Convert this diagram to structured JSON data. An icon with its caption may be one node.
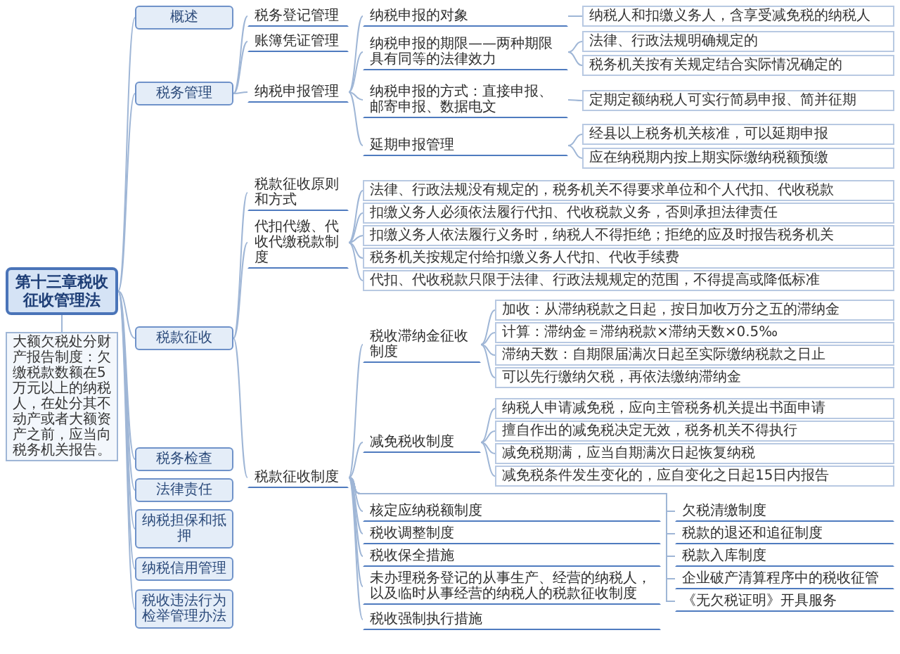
{
  "diagram": {
    "nodes": [
      {
        "text": [
          "第十三章税收征收管理法"
        ]
      },
      {
        "text": [
          "大额欠税处分财产报告制度：欠缴税款数额在5万元以上的纳税人，在处分其不动产或者大额资产之前，应当向税务机关报告。"
        ]
      },
      {
        "text": [
          "概述"
        ]
      },
      {
        "text": [
          "税务管理"
        ]
      },
      {
        "text": [
          "税务登记管理"
        ]
      },
      {
        "text": [
          "账簿凭证管理"
        ]
      },
      {
        "text": [
          "纳税申报管理"
        ]
      },
      {
        "text": [
          "纳税申报的对象"
        ]
      },
      {
        "text": [
          "纳税人和扣缴义务人，含享受减免税的纳税人"
        ]
      },
      {
        "text": [
          "纳税申报的期限——两种期限具有同等的法律效力"
        ]
      },
      {
        "text": [
          "法律、行政法规明确规定的"
        ]
      },
      {
        "text": [
          "税务机关按有关规定结合实际情况确定的"
        ]
      },
      {
        "text": [
          "纳税申报的方式：直接申报、邮寄申报、数据电文"
        ]
      },
      {
        "text": [
          "定期定额纳税人可实行简易申报、简并征期"
        ]
      },
      {
        "text": [
          "延期申报管理"
        ]
      },
      {
        "text": [
          "经县以上税务机关核准，可以延期申报"
        ]
      },
      {
        "text": [
          "应在纳税期内按上期实际缴纳税额预缴"
        ]
      },
      {
        "text": [
          "税款征收"
        ]
      },
      {
        "text": [
          "税款征收原则和方式"
        ]
      },
      {
        "text": [
          "代扣代缴、代收代缴税款制度"
        ]
      },
      {
        "text": [
          "法律、行政法规没有规定的，税务机关不得要求单位和个人代扣、代收税款"
        ]
      },
      {
        "text": [
          "扣缴义务人必须依法履行代扣、代收税款义务，否则承担法律责任"
        ]
      },
      {
        "text": [
          "扣缴义务人依法履行义务时，纳税人不得拒绝；拒绝的应及时报告税务机关"
        ]
      },
      {
        "text": [
          "税务机关按规定付给扣缴义务人代扣、代收手续费"
        ]
      },
      {
        "text": [
          "代扣、代收税款只限于法律、行政法规规定的范围，不得提高或降低标准"
        ]
      },
      {
        "text": [
          "税款征收制度"
        ]
      },
      {
        "text": [
          "税收滞纳金征收制度"
        ]
      },
      {
        "text": [
          "加收：从滞纳税款之日起，按日加收万分之五的滞纳金"
        ]
      },
      {
        "text": [
          "计算：滞纳金＝滞纳税款×滞纳天数×0.5‰"
        ]
      },
      {
        "text": [
          "滞纳天数：自期限届满次日起至实际缴纳税款之日止"
        ]
      },
      {
        "text": [
          "可以先行缴纳欠税，再依法缴纳滞纳金"
        ]
      },
      {
        "text": [
          "减免税收制度"
        ]
      },
      {
        "text": [
          "纳税人申请减免税，应向主管税务机关提出书面申请"
        ]
      },
      {
        "text": [
          "擅自作出的减免税决定无效，税务机关不得执行"
        ]
      },
      {
        "text": [
          "减免税期满，应当自期满次日起恢复纳税"
        ]
      },
      {
        "text": [
          "减免税条件发生变化的，应自变化之日起15日内报告"
        ]
      },
      {
        "text": [
          "核定应纳税额制度"
        ]
      },
      {
        "text": [
          "税收调整制度"
        ]
      },
      {
        "text": [
          "税收保全措施"
        ]
      },
      {
        "text": [
          "未办理税务登记的从事生产、经营的纳税人，以及临时从事经营的纳税人的税款征收制度"
        ]
      },
      {
        "text": [
          "税收强制执行措施"
        ]
      },
      {
        "text": [
          "欠税清缴制度"
        ]
      },
      {
        "text": [
          "税款的退还和追征制度"
        ]
      },
      {
        "text": [
          "税款入库制度"
        ]
      },
      {
        "text": [
          "企业破产清算程序中的税收征管"
        ]
      },
      {
        "text": [
          "《无欠税证明》开具服务"
        ]
      },
      {
        "text": [
          "税务检查"
        ]
      },
      {
        "text": [
          "法律责任"
        ]
      },
      {
        "text": [
          "纳税担保和抵押"
        ]
      },
      {
        "text": [
          "纳税信用管理"
        ]
      },
      {
        "text": [
          "税收违法行为检举管理办法"
        ]
      }
    ],
    "edges": [
      {
        "from": 0,
        "to": 1,
        "arrow": "none"
      },
      {
        "from": 0,
        "to": 2,
        "arrow": "none"
      },
      {
        "from": 0,
        "to": 3,
        "arrow": "none"
      },
      {
        "from": 3,
        "to": 4,
        "arrow": "none"
      },
      {
        "from": 3,
        "to": 5,
        "arrow": "none"
      },
      {
        "from": 3,
        "to": 6,
        "arrow": "none"
      },
      {
        "from": 6,
        "to": 7,
        "arrow": "none"
      },
      {
        "from": 7,
        "to": 8,
        "arrow": "none"
      },
      {
        "from": 6,
        "to": 9,
        "arrow": "none"
      },
      {
        "from": 9,
        "to": 10,
        "arrow": "none"
      },
      {
        "from": 9,
        "to": 11,
        "arrow": "none"
      },
      {
        "from": 6,
        "to": 12,
        "arrow": "none"
      },
      {
        "from": 12,
        "to": 13,
        "arrow": "none"
      },
      {
        "from": 6,
        "to": 14,
        "arrow": "none"
      },
      {
        "from": 14,
        "to": 15,
        "arrow": "none"
      },
      {
        "from": 14,
        "to": 16,
        "arrow": "none"
      },
      {
        "from": 0,
        "to": 17,
        "arrow": "none"
      },
      {
        "from": 17,
        "to": 18,
        "arrow": "none"
      },
      {
        "from": 17,
        "to": 19,
        "arrow": "none"
      },
      {
        "from": 19,
        "to": 20,
        "arrow": "none"
      },
      {
        "from": 19,
        "to": 21,
        "arrow": "none"
      },
      {
        "from": 19,
        "to": 22,
        "arrow": "none"
      },
      {
        "from": 19,
        "to": 23,
        "arrow": "none"
      },
      {
        "from": 19,
        "to": 24,
        "arrow": "none"
      },
      {
        "from": 17,
        "to": 25,
        "arrow": "none"
      },
      {
        "from": 25,
        "to": 26,
        "arrow": "none"
      },
      {
        "from": 26,
        "to": 27,
        "arrow": "none"
      },
      {
        "from": 26,
        "to": 28,
        "arrow": "none"
      },
      {
        "from": 26,
        "to": 29,
        "arrow": "none"
      },
      {
        "from": 26,
        "to": 30,
        "arrow": "none"
      },
      {
        "from": 25,
        "to": 31,
        "arrow": "none"
      },
      {
        "from": 31,
        "to": 32,
        "arrow": "none"
      },
      {
        "from": 31,
        "to": 33,
        "arrow": "none"
      },
      {
        "from": 31,
        "to": 34,
        "arrow": "none"
      },
      {
        "from": 31,
        "to": 35,
        "arrow": "none"
      },
      {
        "from": 25,
        "to": 36,
        "arrow": "none"
      },
      {
        "from": 25,
        "to": 37,
        "arrow": "none"
      },
      {
        "from": 25,
        "to": 38,
        "arrow": "none"
      },
      {
        "from": 25,
        "to": 39,
        "arrow": "none"
      },
      {
        "from": 25,
        "to": 40,
        "arrow": "none"
      },
      {
        "from": 25,
        "to": 41,
        "arrow": "none"
      },
      {
        "from": 25,
        "to": 42,
        "arrow": "none"
      },
      {
        "from": 25,
        "to": 43,
        "arrow": "none"
      },
      {
        "from": 25,
        "to": 44,
        "arrow": "none"
      },
      {
        "from": 25,
        "to": 45,
        "arrow": "none"
      },
      {
        "from": 0,
        "to": 46,
        "arrow": "none"
      },
      {
        "from": 0,
        "to": 47,
        "arrow": "none"
      },
      {
        "from": 0,
        "to": 48,
        "arrow": "none"
      },
      {
        "from": 0,
        "to": 49,
        "arrow": "none"
      },
      {
        "from": 0,
        "to": 50,
        "arrow": "none"
      }
    ]
  }
}
